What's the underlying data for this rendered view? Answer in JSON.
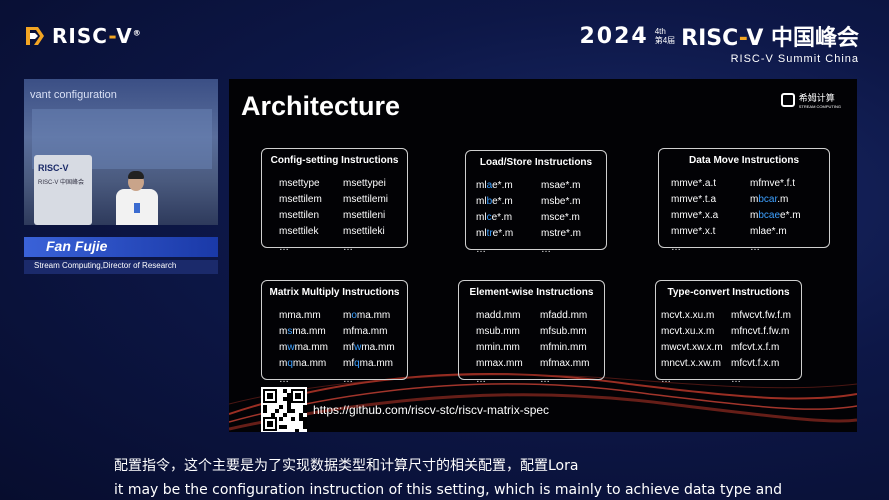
{
  "header": {
    "logo_text": "RISC",
    "logo_dash": "-",
    "logo_v": "V",
    "logo_reg": "®",
    "event_year": "2024",
    "event_edition_top": "4th",
    "event_edition_bottom": "第4届",
    "event_name_prefix": "RISC",
    "event_name_dash": "-",
    "event_name_suffix": "V 中国峰会",
    "event_subtitle": "RISC-V Summit China"
  },
  "video": {
    "background_text": "vant configuration",
    "podium_logo": "RISC-V",
    "podium_sub": "RISC-V 中国峰会"
  },
  "speaker": {
    "name": "Fan Fujie",
    "title": "Stream Computing,Director of Research"
  },
  "slide": {
    "title": "Architecture",
    "logo_text": "希姆计算",
    "logo_sub": "STREAM COMPUTING",
    "url": "https://github.com/riscv-stc/riscv-matrix-spec",
    "boxes": [
      {
        "title": "Config-setting Instructions",
        "rows": [
          [
            {
              "t": "msettype"
            },
            {
              "t": "msettypei"
            }
          ],
          [
            {
              "t": "msettilem"
            },
            {
              "t": "msettilemi"
            }
          ],
          [
            {
              "t": "msettilen"
            },
            {
              "t": "msettileni"
            }
          ],
          [
            {
              "t": "msettilek"
            },
            {
              "t": "msettileki"
            }
          ],
          [
            {
              "t": "…"
            },
            {
              "t": "…"
            }
          ]
        ]
      },
      {
        "title": "Load/Store Instructions",
        "rows": [
          [
            {
              "a": "ml",
              "h": "a",
              "b": "e*.m"
            },
            {
              "t": "msae*.m"
            }
          ],
          [
            {
              "a": "ml",
              "h": "b",
              "b": "e*.m"
            },
            {
              "t": "msbe*.m"
            }
          ],
          [
            {
              "a": "ml",
              "h": "c",
              "b": "e*.m"
            },
            {
              "t": "msce*.m"
            }
          ],
          [
            {
              "a": "ml",
              "h": "tr",
              "b": "e*.m"
            },
            {
              "t": "mstre*.m"
            }
          ],
          [
            {
              "t": "…"
            },
            {
              "t": "…"
            }
          ]
        ]
      },
      {
        "title": "Data Move Instructions",
        "rows": [
          [
            {
              "t": "mmve*.a.t"
            },
            {
              "t": "mfmve*.f.t"
            }
          ],
          [
            {
              "t": "mmve*.t.a"
            },
            {
              "a": "m",
              "h": "bcar",
              "b": ".m"
            }
          ],
          [
            {
              "t": "mmve*.x.a"
            },
            {
              "a": "m",
              "h": "bcae",
              "b": "e*.m"
            }
          ],
          [
            {
              "t": "mmve*.x.t"
            },
            {
              "t": "mlae*.m"
            }
          ],
          [
            {
              "t": "…"
            },
            {
              "t": "…"
            }
          ]
        ]
      },
      {
        "title": "Matrix Multiply Instructions",
        "rows": [
          [
            {
              "t": "mma.mm"
            },
            {
              "a": "m",
              "h": "o",
              "b": "ma.mm"
            }
          ],
          [
            {
              "a": "m",
              "h": "s",
              "b": "ma.mm"
            },
            {
              "t": "mfma.mm"
            }
          ],
          [
            {
              "a": "m",
              "h": "w",
              "b": "ma.mm"
            },
            {
              "a": "mf",
              "h": "w",
              "b": "ma.mm"
            }
          ],
          [
            {
              "a": "m",
              "h": "q",
              "b": "ma.mm"
            },
            {
              "a": "mf",
              "h": "q",
              "b": "ma.mm"
            }
          ],
          [
            {
              "t": "…"
            },
            {
              "t": "…"
            }
          ]
        ]
      },
      {
        "title": "Element-wise Instructions",
        "rows": [
          [
            {
              "t": "madd.mm"
            },
            {
              "t": "mfadd.mm"
            }
          ],
          [
            {
              "t": "msub.mm"
            },
            {
              "t": "mfsub.mm"
            }
          ],
          [
            {
              "t": "mmin.mm"
            },
            {
              "t": "mfmin.mm"
            }
          ],
          [
            {
              "t": "mmax.mm"
            },
            {
              "t": "mfmax.mm"
            }
          ],
          [
            {
              "t": "…"
            },
            {
              "t": "…"
            }
          ]
        ]
      },
      {
        "title": "Type-convert Instructions",
        "rows": [
          [
            {
              "t": "mcvt.x.xu.m"
            },
            {
              "t": "mfwcvt.fw.f.m"
            }
          ],
          [
            {
              "t": "mcvt.xu.x.m"
            },
            {
              "t": "mfncvt.f.fw.m"
            }
          ],
          [
            {
              "t": "mwcvt.xw.x.m"
            },
            {
              "t": "mfcvt.x.f.m"
            }
          ],
          [
            {
              "t": "mncvt.x.xw.m"
            },
            {
              "t": "mfcvt.f.x.m"
            }
          ],
          [
            {
              "t": "…"
            },
            {
              "t": "…"
            }
          ]
        ]
      }
    ]
  },
  "subtitles": {
    "chinese": "配置指令，这个主要是为了实现数据类型和计算尺寸的相关配置，配置Lora",
    "english": "it may be the configuration instruction of this setting, which is mainly to achieve data type and"
  },
  "colors": {
    "background": "#0d1747",
    "accent_orange": "#f3a523",
    "highlight_blue": "#3da0ff",
    "name_bar": "#3a62d8"
  }
}
